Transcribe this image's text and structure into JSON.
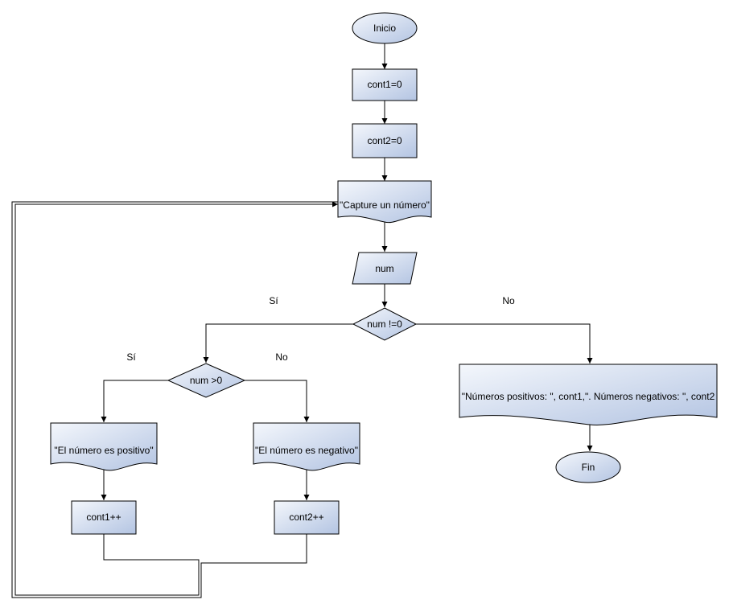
{
  "colors": {
    "fill_light": "#f4f7fc",
    "fill_dark": "#b3c4e2",
    "stroke": "#000000",
    "background": "#ffffff"
  },
  "nodes": {
    "start": "Inicio",
    "init_cont1": "cont1=0",
    "init_cont2": "cont2=0",
    "prompt": "\"Capture un número\"",
    "input_num": "num",
    "decision_nonzero": "num !=0",
    "decision_positive": "num >0",
    "output_positive": "\"El número es positivo\"",
    "output_negative": "\"El número es negativo\"",
    "inc_cont1": "cont1++",
    "inc_cont2": "cont2++",
    "output_result": "\"Números positivos: \", cont1,\". Números negativos: \", cont2",
    "end": "Fin"
  },
  "edge_labels": {
    "nonzero_yes": "Sí",
    "nonzero_no": "No",
    "positive_yes": "Sí",
    "positive_no": "No"
  }
}
